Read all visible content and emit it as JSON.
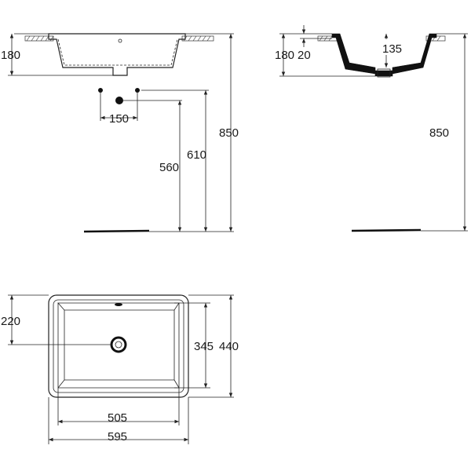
{
  "drawing": {
    "views": {
      "side_view": {
        "dims": {
          "basin_height": "180",
          "tap_spacing": "150",
          "trap_height": "560",
          "waste_height": "610",
          "worktop_height": "850"
        }
      },
      "front_section": {
        "dims": {
          "basin_height": "180",
          "rim_thickness": "20",
          "bowl_depth": "135",
          "worktop_height": "850"
        }
      },
      "plan_view": {
        "dims": {
          "waste_offset": "220",
          "bowl_depth_inner": "345",
          "overall_depth": "440",
          "bowl_width_inner": "505",
          "overall_width": "595"
        }
      }
    }
  }
}
